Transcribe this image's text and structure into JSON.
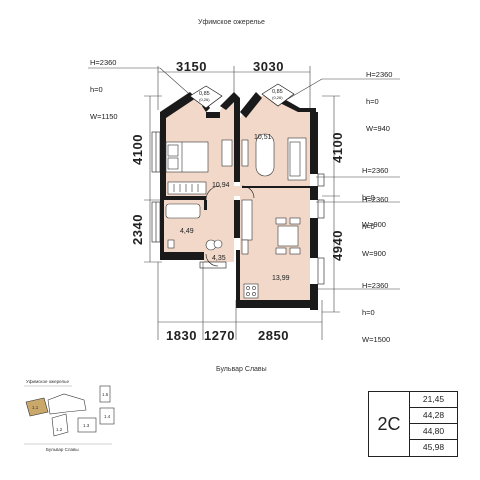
{
  "streets": {
    "top": "Уфимское ожерелье",
    "bottom": "Бульвар Славы"
  },
  "dimensions": {
    "top": [
      "3150",
      "3030"
    ],
    "left": [
      "4100",
      "2340"
    ],
    "right": [
      "4100",
      "4940"
    ],
    "bottom": [
      "1830",
      "1270",
      "2850"
    ]
  },
  "window_notes": [
    {
      "h_top": "H=2360",
      "h_bottom": "h=0",
      "width": "W=1150"
    },
    {
      "h_top": "H=2360",
      "h_bottom": "h=0",
      "width": "W=940"
    },
    {
      "h_top": "H=2360",
      "h_bottom": "h=0",
      "width": "W=900"
    },
    {
      "h_top": "H=2360",
      "h_bottom": "h=0",
      "width": "W=900"
    },
    {
      "h_top": "H=2360",
      "h_bottom": "h=0",
      "width": "W=1500"
    }
  ],
  "balconies": [
    {
      "area": "0,85",
      "sub": "(0,26)"
    },
    {
      "area": "0,85",
      "sub": "(0,26)"
    }
  ],
  "rooms": {
    "bedroom": "10,94",
    "living": "10,51",
    "bathroom": "4,49",
    "hall": "4,35",
    "kitchen": "13,99"
  },
  "apartment": {
    "type": "2С",
    "areas": [
      "21,45",
      "44,28",
      "44,80",
      "45,98"
    ]
  },
  "key_plan": {
    "top_street": "Уфимское ожерелье",
    "bottom_street": "Бульвар Славы",
    "sections": [
      "1.1",
      "1.2",
      "1.3",
      "1.4",
      "1.5"
    ]
  },
  "colors": {
    "room_fill": "#f1d8c9",
    "wall": "#1a1a1a",
    "highlight": "#c9a86a"
  }
}
